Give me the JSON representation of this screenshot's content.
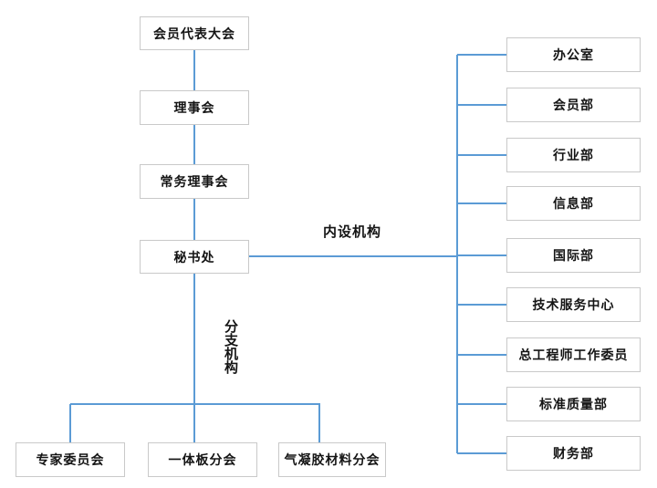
{
  "diagram": {
    "type": "org-chart",
    "main_chain": [
      "会员代表大会",
      "理事会",
      "常务理事会",
      "秘书处"
    ],
    "labels": {
      "internal_orgs": "内设机构",
      "branch_orgs": "分支机构"
    },
    "internal_departments": [
      "办公室",
      "会员部",
      "行业部",
      "信息部",
      "国际部",
      "技术服务中心",
      "总工程师工作委员",
      "标准质量部",
      "财务部"
    ],
    "branches": [
      "专家委员会",
      "一体板分会",
      "气凝胶材料分会"
    ],
    "colors": {
      "connector_line": "#5b9bd5",
      "box_border": "#c9c9c9",
      "text": "#141414",
      "background": "#ffffff"
    }
  }
}
